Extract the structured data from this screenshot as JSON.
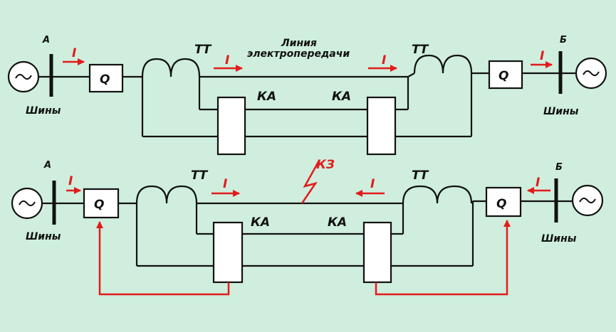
{
  "labels": {
    "bus_a": "А",
    "bus_b": "Б",
    "busbars": "Шины",
    "breaker": "Q",
    "current_transformer": "ТТ",
    "relay": "КА",
    "current": "I",
    "line_line1": "Линия",
    "line_line2": "электропередачи",
    "short_circuit": "КЗ"
  },
  "colors": {
    "background": "#cfeedd",
    "wire": "#111111",
    "signal": "#e21b1b",
    "box_fill": "#ffffff"
  },
  "icons": {
    "generator": "generator-icon"
  }
}
